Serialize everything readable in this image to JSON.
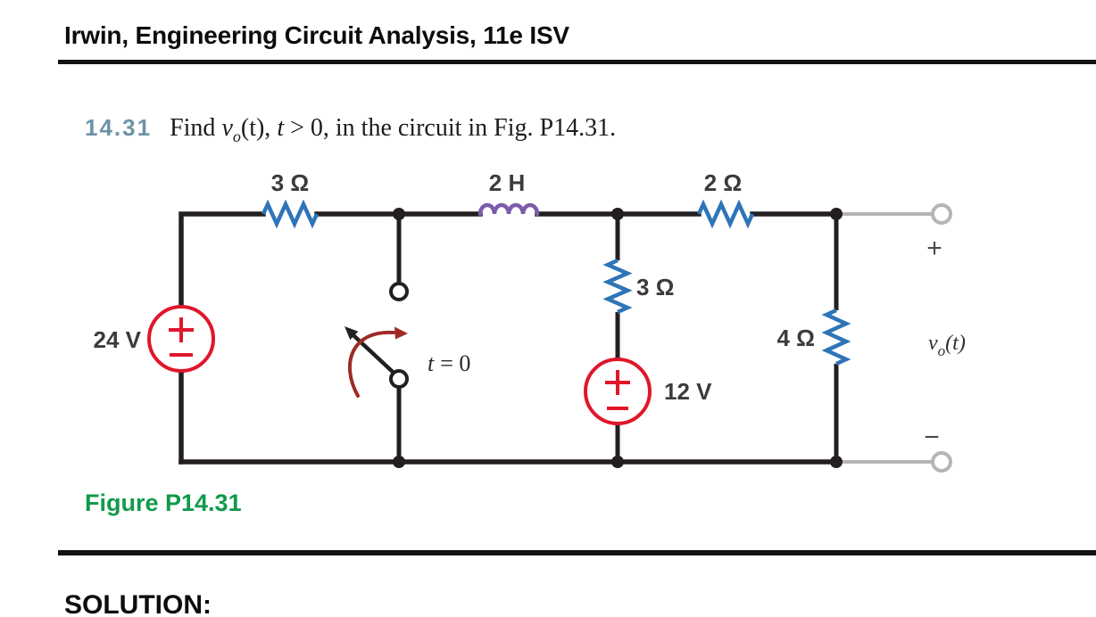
{
  "page": {
    "title": "Irwin, Engineering Circuit Analysis, 11e ISV",
    "solution_heading": "SOLUTION:"
  },
  "problem": {
    "number": "14.31",
    "find": "Find ",
    "v": "v",
    "v_sub": "o",
    "after_v": "(t), ",
    "t_var": "t",
    "tail": " > 0, in the circuit in Fig. P14.31."
  },
  "figure": {
    "caption": "Figure P14.31",
    "labels": {
      "resistor_top_left": "3 Ω",
      "inductor": "2 H",
      "resistor_top_right": "2 Ω",
      "resistor_middle": "3 Ω",
      "resistor_right": "4 Ω",
      "source_left": "24 V",
      "source_middle": "12 V",
      "switch_t": "t",
      "switch_eq": "= 0",
      "output_plus": "+",
      "output_minus": "−",
      "vo_v": "v",
      "vo_sub": "o",
      "vo_rest": "(t)"
    },
    "colors": {
      "wire": "#231f20",
      "resistor": "#2e74b8",
      "inductor": "#7b5caa",
      "source": "#e0162b",
      "switch_arrow": "#9e2b25",
      "terminal_gray": "#b5b5b5",
      "problem_number": "#6d93a8",
      "caption_green": "#129a4d"
    }
  }
}
